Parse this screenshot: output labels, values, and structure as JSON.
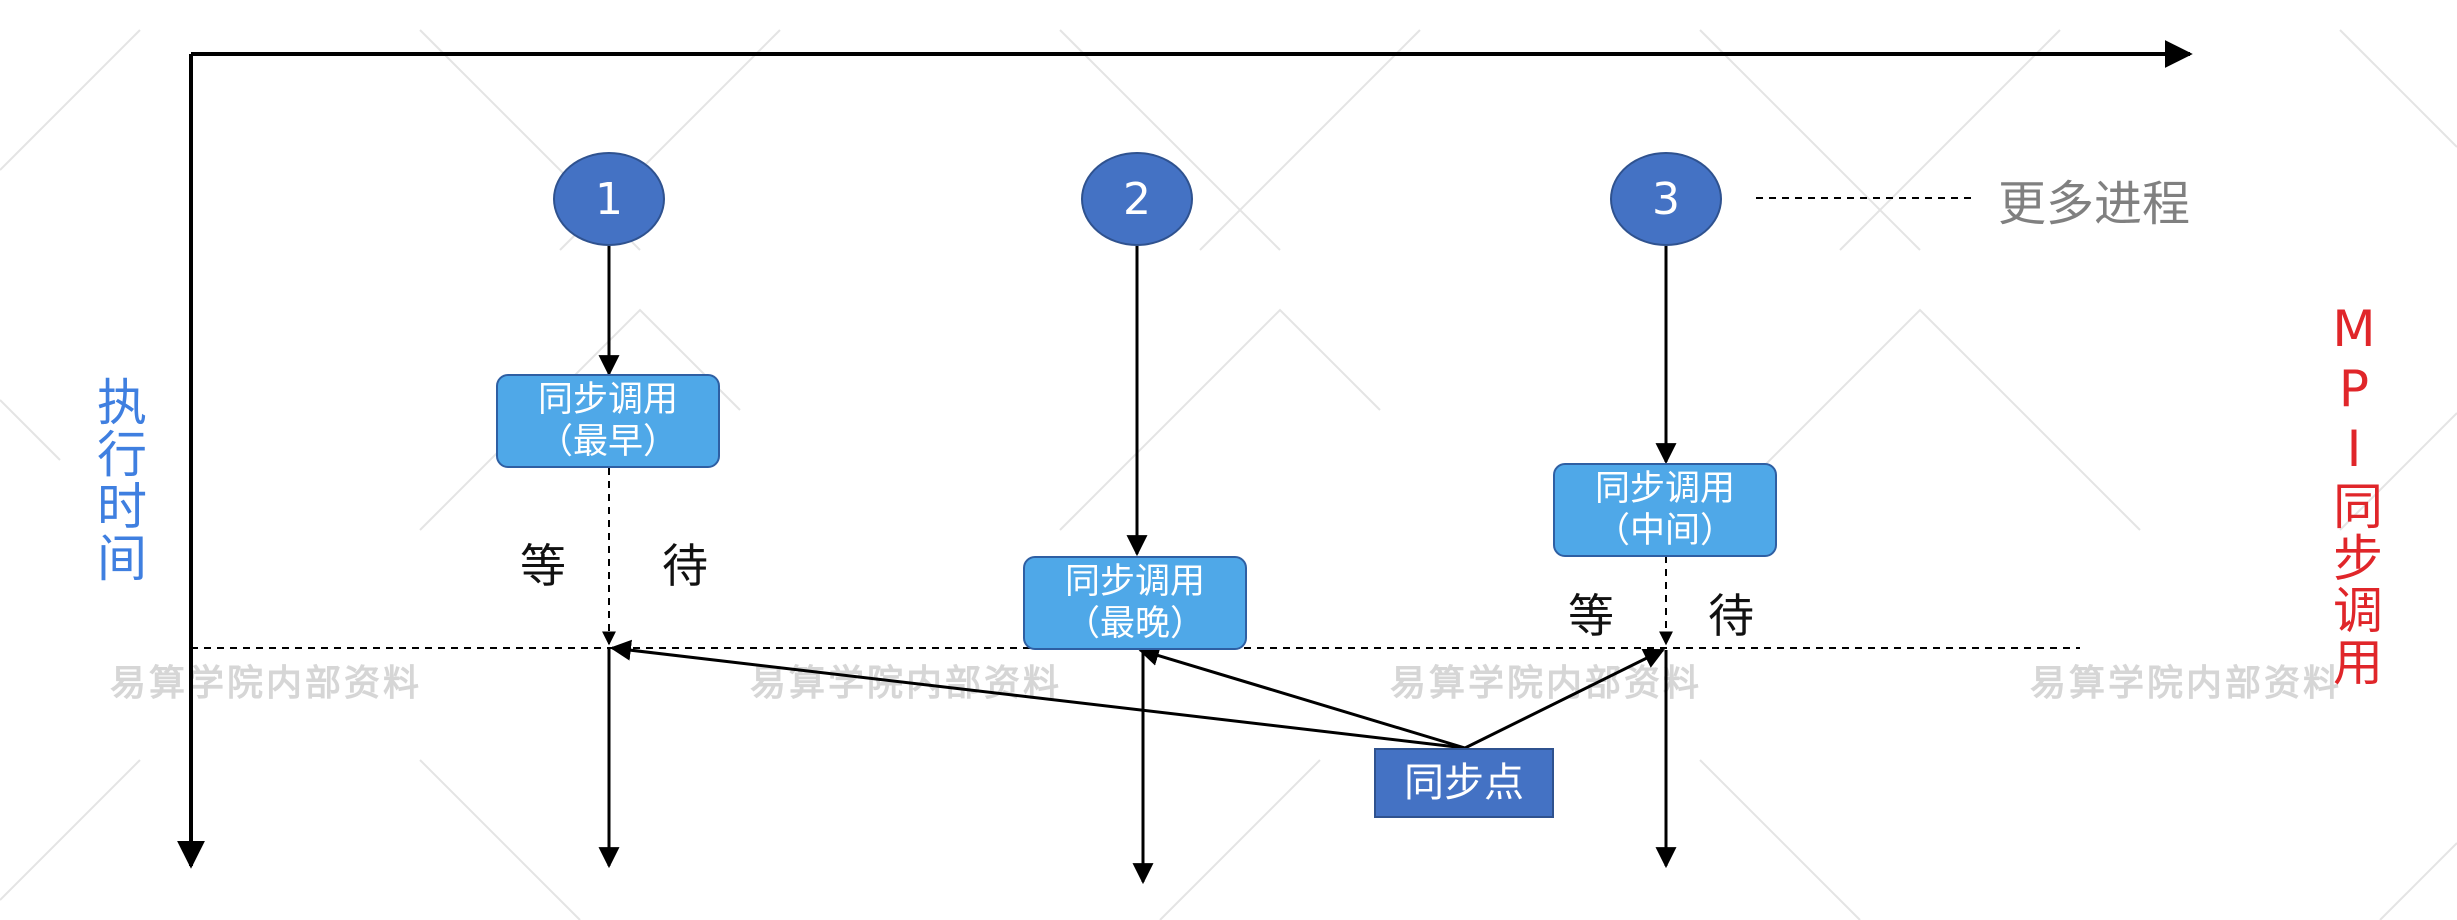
{
  "processes": [
    {
      "id": "p1",
      "label": "1"
    },
    {
      "id": "p2",
      "label": "2"
    },
    {
      "id": "p3",
      "label": "3"
    }
  ],
  "more_processes": "更多进程",
  "calls": [
    {
      "line1": "同步调用",
      "line2": "（最早）"
    },
    {
      "line1": "同步调用",
      "line2": "（最晚）"
    },
    {
      "line1": "同步调用",
      "line2": "（中间）"
    }
  ],
  "wait": {
    "part1": "等",
    "part2": "待"
  },
  "sync_point": "同步点",
  "axis": {
    "time": "执行时间",
    "title": "MPI同步调用"
  },
  "watermark": "易算学院内部资料",
  "colors": {
    "node_blue": "#4472c4",
    "call_box_blue": "#4fa8e8",
    "axis_label_blue": "#3f7fe0",
    "title_red": "#e0262a",
    "more_gray": "#808080",
    "watermark_gray": "#d6d6d6"
  }
}
